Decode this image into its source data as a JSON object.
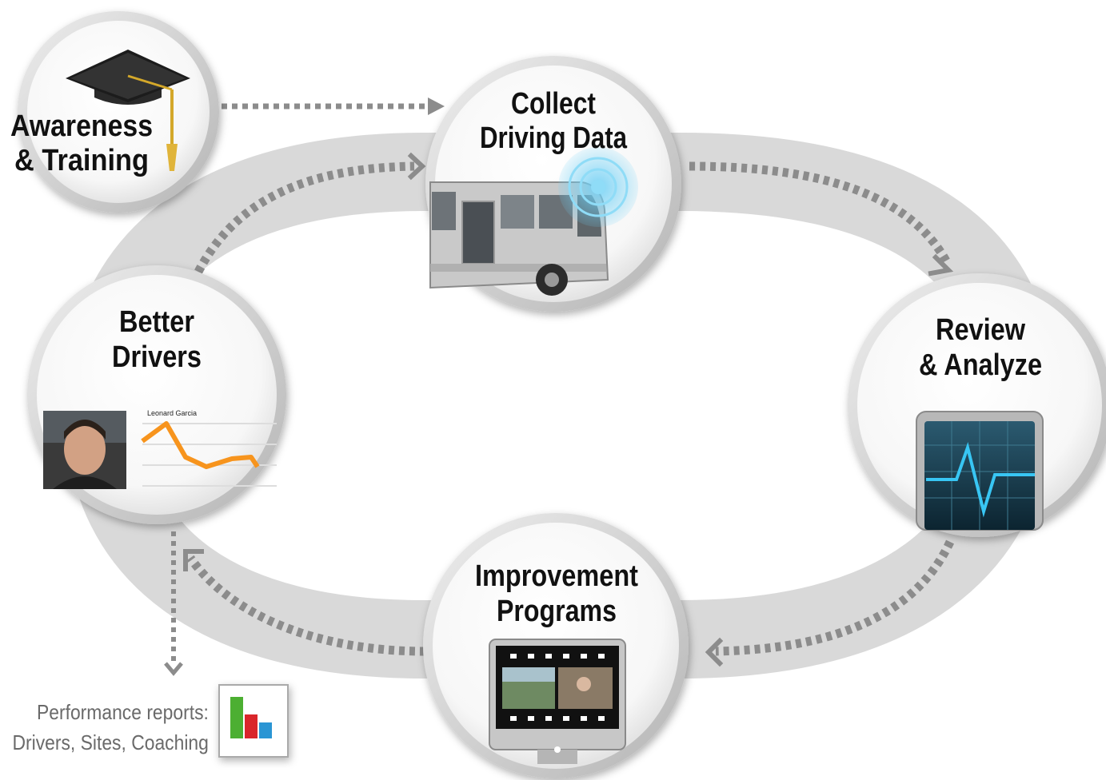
{
  "nodes": {
    "awareness": {
      "line1": "Awareness",
      "line2": "& Training"
    },
    "collect": {
      "line1": "Collect",
      "line2": "Driving Data"
    },
    "review": {
      "line1": "Review",
      "line2": "& Analyze"
    },
    "improvement": {
      "line1": "Improvement",
      "line2": "Programs"
    },
    "better": {
      "line1": "Better",
      "line2": "Drivers",
      "report_name": "Leonard Garcia"
    }
  },
  "performance_reports": {
    "line1": "Performance reports:",
    "line2": "Drivers, Sites, Coaching"
  },
  "icons": {
    "awareness": "graduation-cap-icon",
    "collect": "bus-with-signal-icon",
    "review": "activity-monitor-icon",
    "improvement": "video-screen-icon",
    "better": "driver-photo-with-chart",
    "reports": "bar-chart-icon"
  },
  "colors": {
    "ring": "#d9d9d9",
    "arrows": "#8c8c8c",
    "chart_line": "#f7941d",
    "monitor_wave": "#38c6f4"
  }
}
